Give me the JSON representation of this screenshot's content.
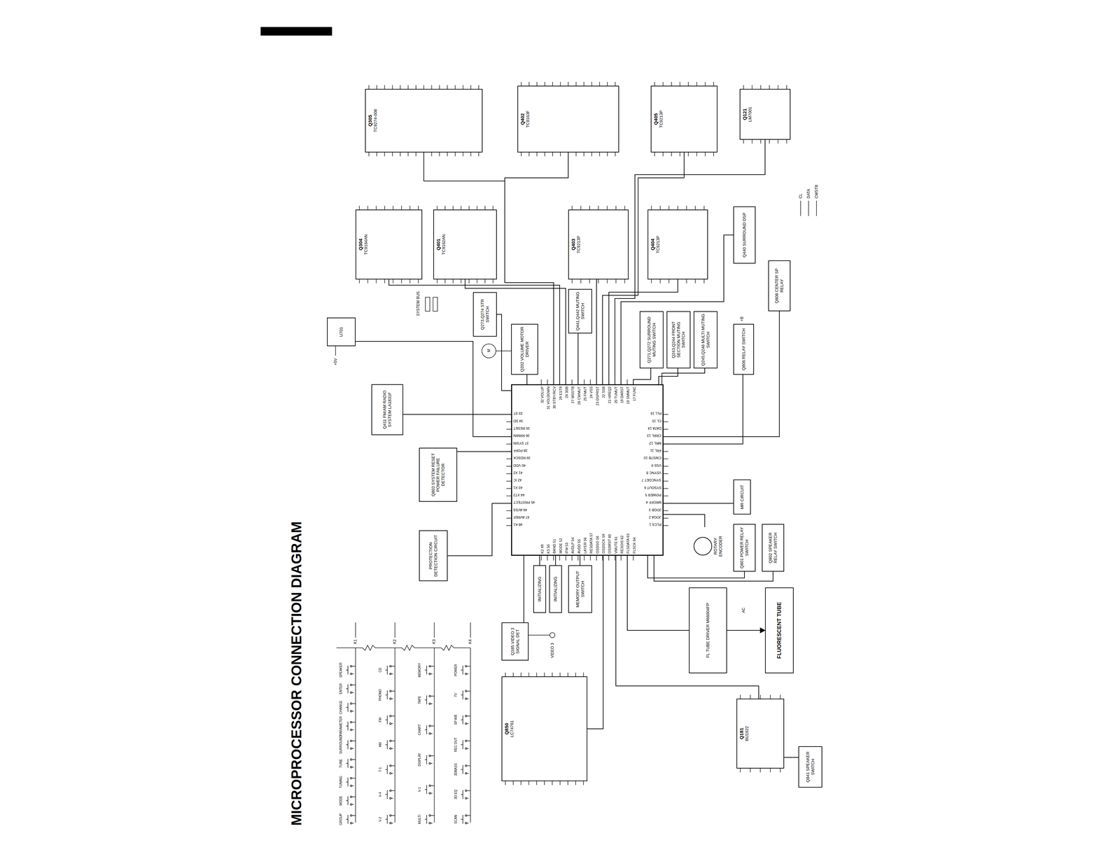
{
  "diagram": {
    "title": "MICROPROCESSOR CONNECTION DIAGRAM",
    "nodes": [
      {
        "text": [
          "PLCS 1",
          "JOGA 2",
          "JOGB 3",
          "MROFF 4",
          "POWER 5",
          "SYSOUT 6",
          "SYNCDET 7",
          "VSYNC 8",
          "VSS 9",
          "CWSTB 10",
          "FRL 11",
          "MRL 12",
          "CRRL 13",
          "DATA 14",
          "CL 15",
          "PLL 16",
          "17 FUNC",
          "18 SMMUT",
          "19 DARST",
          "20 TUMUT",
          "21 HREQ2",
          "22 SS8",
          "23 DSPRST",
          "24 VSS",
          "25 FMUT",
          "26 CWMUT",
          "27 MSSTB",
          "28 3DB",
          "29 EST8",
          "30 STBY/RCV",
          "31 VOLDOWN",
          "32 VOLUP",
          "33 ST",
          "34 SD",
          "35 RESET",
          "36 RRMIN",
          "37 SYSIN",
          "38 POFF",
          "39 RDSCK",
          "40 VDD",
          "41 X2",
          "42 IC",
          "43 X1",
          "44 XT2",
          "45 PROTECT",
          "46 AVSS",
          "47 AVREF",
          "48 K1",
          "K2 49",
          "K3 50",
          "BAND 51",
          "MODE 52",
          "IFM 53",
          "AVDLP 54",
          "AVDD 55",
          "LAYER 56",
          "RESDATA 57",
          "OSDSO 58",
          "OSDSCK 59",
          "OSDRST 60",
          "VMUTE 61",
          "RESOIS 62",
          "FLSDATA 63",
          "FLSCK 64"
        ]
      },
      {
        "text": [
          "Q305",
          "TC9274-008"
        ]
      },
      {
        "text": [
          "Q402",
          "TC9163F"
        ]
      },
      {
        "text": [
          "Q405",
          "TC9213P"
        ]
      },
      {
        "text": [
          "Q121",
          "LM7001"
        ]
      },
      {
        "text": [
          "Q304",
          "TC9164AN"
        ]
      },
      {
        "text": [
          "Q401",
          "TC9162AN"
        ]
      },
      {
        "text": [
          "Q403",
          "TC9213P"
        ]
      },
      {
        "text": [
          "Q404",
          "TC9213P"
        ]
      },
      {
        "text": [
          "U701"
        ]
      },
      {
        "text": [
          "Q411 FM/AM RADIO SYSTEM LA1831F"
        ]
      },
      {
        "text": [
          "Q803 SYSTEM RESET",
          "POWER FAILURE DETECTOR"
        ]
      },
      {
        "text": [
          "PROTECTION DETECTION CIRCUIT"
        ]
      },
      {
        "text": [
          "Q273,Q274 STR SWITCH"
        ]
      },
      {
        "text": [
          "Q441,Q442 MUTING SWITCH"
        ]
      },
      {
        "text": [
          "Q202 VOLUME MOTOR DRIVER"
        ]
      },
      {
        "text": [
          "Q271,Q272 SURROUND MUTING SWITCH"
        ]
      },
      {
        "text": [
          "Q243,Q244 FRONT SECTION MUTING SWITCH"
        ]
      },
      {
        "text": [
          "Q245,Q246 MULTI MUTING SWITCH"
        ]
      },
      {
        "text": [
          "Q440 SURROUND DSP"
        ]
      },
      {
        "text": [
          "Q808 CENTER SP RELAY"
        ]
      },
      {
        "text": [
          "Q806 RELAY SWITCH"
        ]
      },
      {
        "text": [
          "MR CIRCUIT"
        ]
      },
      {
        "text": [
          "ROTARY ENCODER"
        ]
      },
      {
        "text": [
          "Q801 POWER RELAY SWITCH"
        ]
      },
      {
        "text": [
          "Q802 SPEAKER RELAY SWITCH"
        ]
      },
      {
        "text": [
          "FL TUBE DRIVER M66004FP"
        ]
      },
      {
        "text": [
          "FLUORESCENT TUBE"
        ]
      },
      {
        "text": [
          "Q850",
          "LC74761"
        ]
      },
      {
        "text": [
          "Q181",
          "BU1922"
        ]
      },
      {
        "text": [
          "Q185 VIDEO 3 SIGNAL DET"
        ]
      },
      {
        "text": [
          "INITIALIZING"
        ]
      },
      {
        "text": [
          "INITIALIZING"
        ]
      },
      {
        "text": [
          "MEMORY OUTPUT SWITCH"
        ]
      },
      {
        "text": [
          "Q841 SPEAKER SWITCH"
        ]
      }
    ],
    "edges": [
      {
        "from": 0,
        "to": 5,
        "arrow": "none"
      },
      {
        "from": 0,
        "to": 6,
        "arrow": "none"
      },
      {
        "from": 0,
        "to": 7,
        "arrow": "none"
      },
      {
        "from": 0,
        "to": 8,
        "arrow": "none"
      },
      {
        "from": 0,
        "to": 1,
        "arrow": "none"
      },
      {
        "from": 0,
        "to": 2,
        "arrow": "none"
      },
      {
        "from": 0,
        "to": 3,
        "arrow": "none"
      },
      {
        "from": 0,
        "to": 4,
        "arrow": "none"
      },
      {
        "from": 0,
        "to": 19,
        "arrow": "none"
      },
      {
        "from": 0,
        "to": 16,
        "arrow": "none"
      },
      {
        "from": 0,
        "to": 17,
        "arrow": "none"
      },
      {
        "from": 0,
        "to": 18,
        "arrow": "none"
      },
      {
        "from": 0,
        "to": 15,
        "arrow": "none"
      },
      {
        "from": 0,
        "to": 13,
        "arrow": "none"
      },
      {
        "from": 0,
        "to": 14,
        "arrow": "none"
      },
      {
        "from": 0,
        "to": 9,
        "arrow": "none"
      },
      {
        "from": 0,
        "to": 10,
        "arrow": "none"
      },
      {
        "from": 0,
        "to": 11,
        "arrow": "none"
      },
      {
        "from": 0,
        "to": 12,
        "arrow": "none"
      },
      {
        "from": 0,
        "to": 28,
        "arrow": "none"
      },
      {
        "from": 0,
        "to": 30,
        "arrow": "none"
      },
      {
        "from": 0,
        "to": 31,
        "arrow": "none"
      },
      {
        "from": 0,
        "to": 32,
        "arrow": "none"
      },
      {
        "from": 0,
        "to": 33,
        "arrow": "none"
      },
      {
        "from": 0,
        "to": 29,
        "arrow": "none"
      },
      {
        "from": 0,
        "to": 26,
        "arrow": "none"
      },
      {
        "from": 26,
        "to": 27,
        "arrow": "to"
      },
      {
        "from": 0,
        "to": 23,
        "arrow": "none"
      },
      {
        "from": 0,
        "to": 22,
        "arrow": "none"
      },
      {
        "from": 0,
        "to": 24,
        "arrow": "none"
      },
      {
        "from": 0,
        "to": 25,
        "arrow": "none"
      },
      {
        "from": 0,
        "to": 21,
        "arrow": "none"
      },
      {
        "from": 0,
        "to": 20,
        "arrow": "none"
      },
      {
        "from": 29,
        "to": 34,
        "arrow": "none"
      }
    ],
    "labels": [
      "GROUP",
      "MODE",
      "TUNING",
      "TUNE",
      "SURROUND",
      "PARAMETER",
      "CHANGE",
      "ENTER",
      "SPEAKER",
      "V-2",
      "V-4",
      "T-1",
      "AM",
      "FM",
      "PHONO",
      "CD",
      "MULTI",
      "V-1",
      "DISPLAY",
      "CHART",
      "TAPE",
      "MEMORY",
      "SCAN",
      "3D-EQ",
      "3DBASS",
      "REC OUT",
      "SP A/B",
      "TV",
      "POWER",
      "K1",
      "K2",
      "K3",
      "K4",
      "M",
      "SYSTEM BUS",
      "+5V",
      "VIDEO 3",
      "AC",
      "+B",
      "CL",
      "DATA",
      "CWSTB"
    ]
  }
}
